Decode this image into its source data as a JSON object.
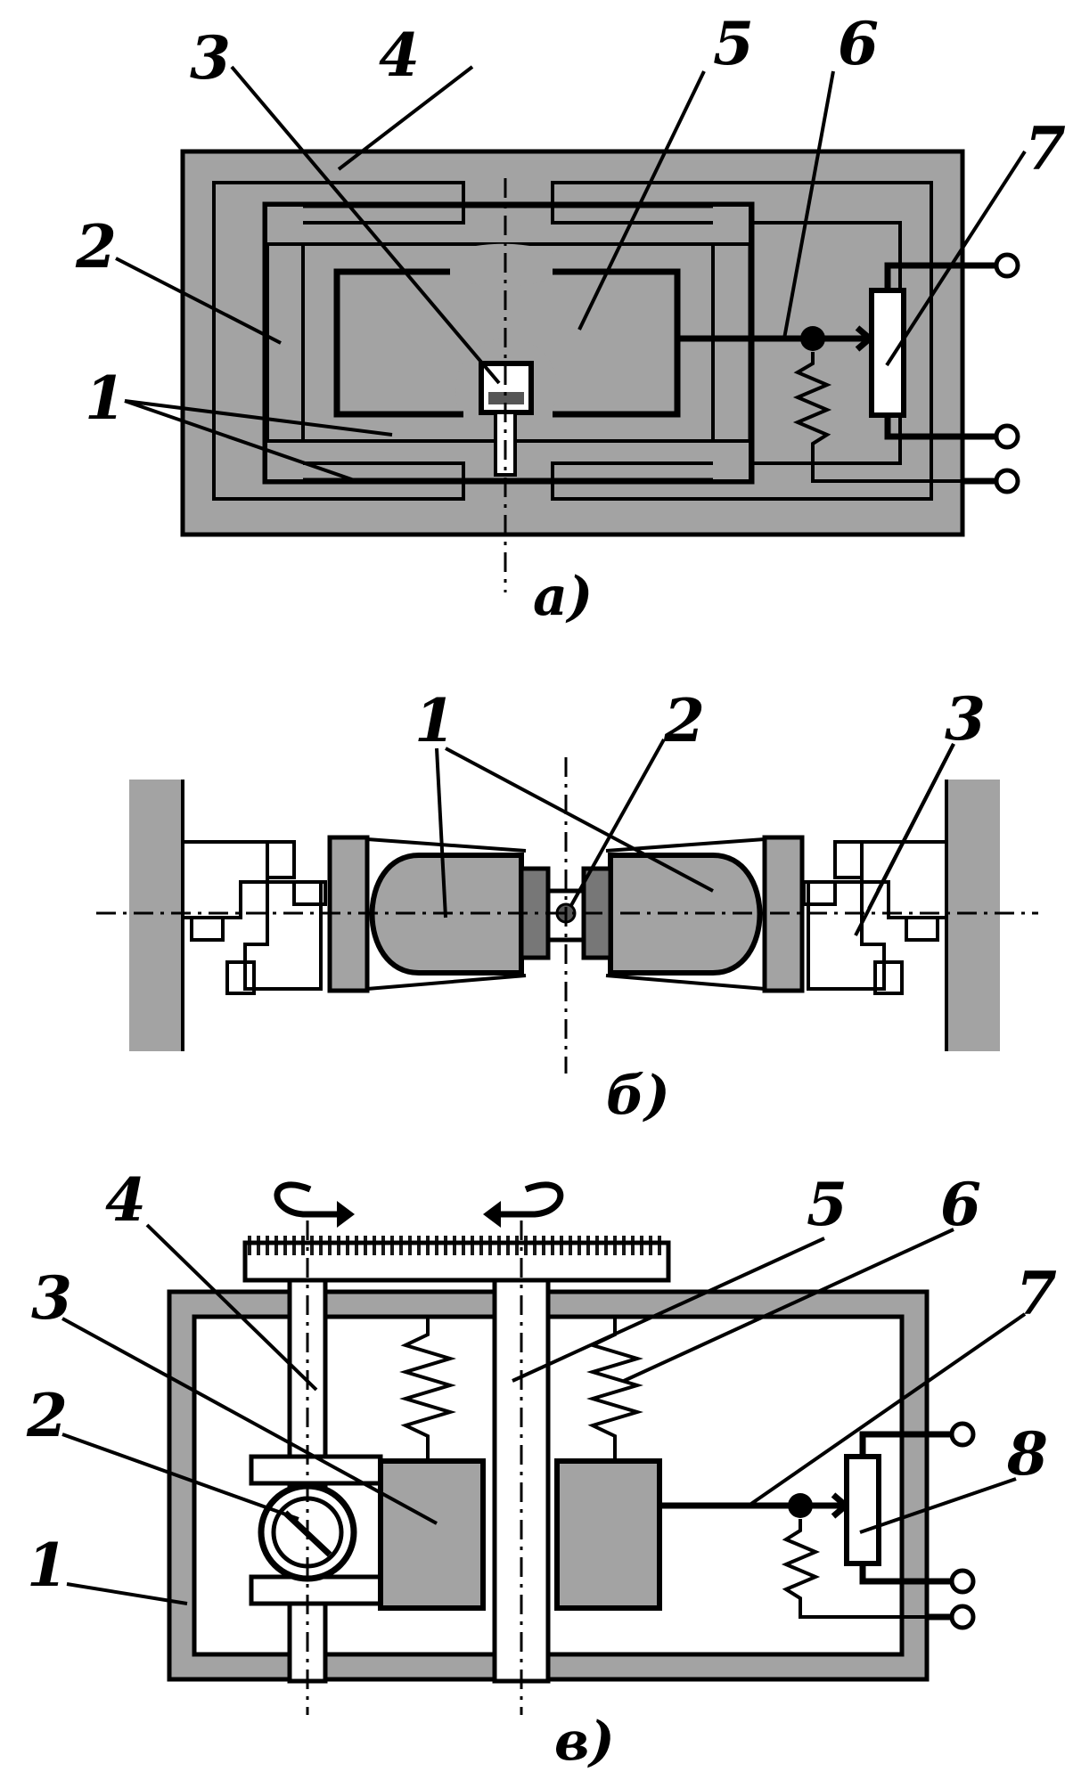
{
  "figure_a": {
    "caption": "а)",
    "labels": [
      "1",
      "2",
      "3",
      "4",
      "5",
      "6",
      "7"
    ]
  },
  "figure_b": {
    "caption": "б)",
    "labels": [
      "1",
      "2",
      "3"
    ]
  },
  "figure_c": {
    "caption": "в)",
    "labels": [
      "1",
      "2",
      "3",
      "4",
      "5",
      "6",
      "7",
      "8"
    ]
  },
  "colors": {
    "fill_gray": "#a3a3a3",
    "line": "#000000"
  }
}
